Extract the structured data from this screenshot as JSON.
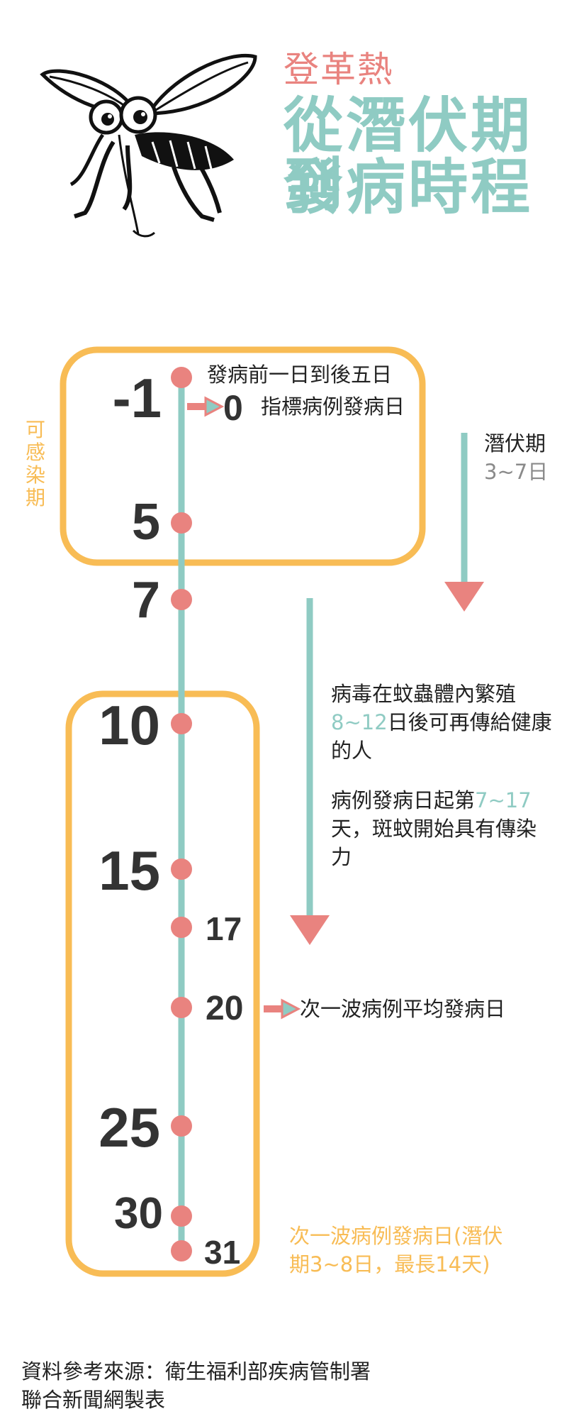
{
  "header": {
    "title_small": "登革熱",
    "title_line1": "從潛伏期到",
    "title_line2": "發病時程"
  },
  "infectious_label": "可感染期",
  "timeline": {
    "days": [
      "-1",
      "0",
      "5",
      "7",
      "10",
      "15",
      "17",
      "20",
      "25",
      "30",
      "31"
    ],
    "note_day_minus1": "發病前一日到後五日",
    "note_day_0": "指標病例發病日",
    "note_day_20": "次一波病例平均發病日"
  },
  "incubation": {
    "title": "潛伏期",
    "range": "3~7日"
  },
  "mosquito_note": {
    "line1": "病毒在蚊蟲體內繁殖",
    "line2_num": "8~12",
    "line2_text": "日後可再傳給健康",
    "line3": "的人",
    "line4_text": "病例發病日起第",
    "line4_num": "7~17",
    "line5": "天，斑蚊開始具有傳染",
    "line6": "力"
  },
  "next_wave_note": {
    "line1": "次一波病例發病日(潛伏",
    "line2": "期3~8日，最長14天)"
  },
  "source": {
    "line1": "資料參考來源：衛生福利部疾病管制署",
    "line2": "聯合新聞網製表"
  },
  "colors": {
    "teal": "#8fcbc3",
    "pink": "#e9837f",
    "orange": "#f8bc55",
    "dark": "#333333"
  }
}
